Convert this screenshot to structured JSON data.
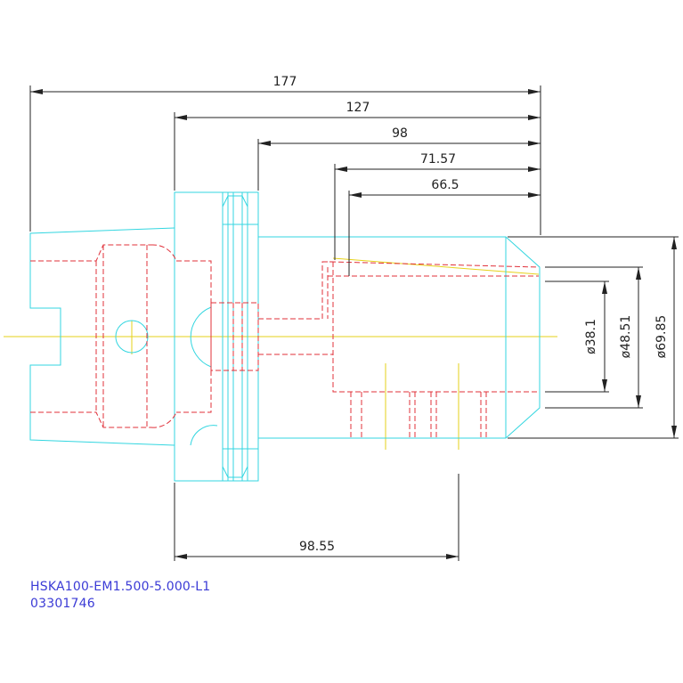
{
  "colors": {
    "outline": "#33d6e0",
    "hidden": "#e0303a",
    "centerline": "#e6d21a",
    "dimension": "#222222",
    "label": "#3b3bd6"
  },
  "dimensions": {
    "len_177": "177",
    "len_127": "127",
    "len_98": "98",
    "len_71_57": "71.57",
    "len_66_5": "66.5",
    "len_98_55": "98.55",
    "dia_38_1": "ø38.1",
    "dia_48_51": "ø48.51",
    "dia_69_85": "ø69.85"
  },
  "labels": {
    "part_number": "HSKA100-EM1.500-5.000-L1",
    "code": "03301746"
  }
}
